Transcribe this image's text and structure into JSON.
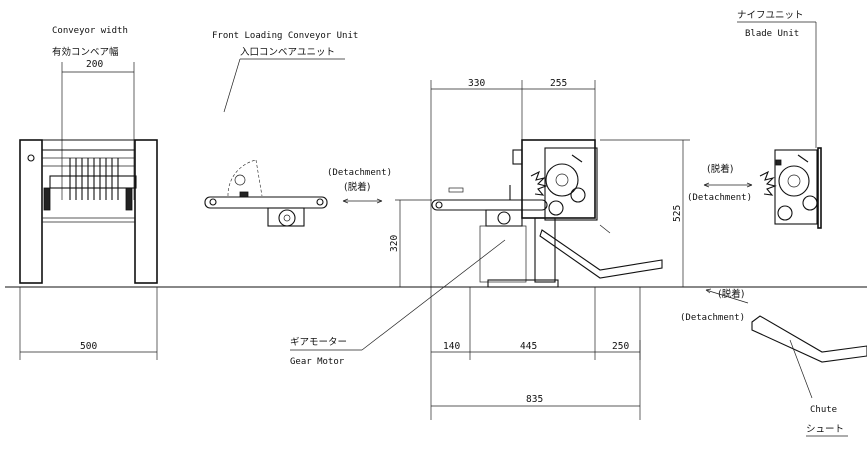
{
  "labels": {
    "conveyor_width_en": "Conveyor width",
    "conveyor_width_jp": "有効コンベア幅",
    "front_unit_en": "Front Loading Conveyor Unit",
    "front_unit_jp": "入口コンベアユニット",
    "blade_unit_jp": "ナイフユニット",
    "blade_unit_en": "Blade Unit",
    "detach_en_1": "(Detachment)",
    "detach_jp_1": "(脱着)",
    "detach_jp_2": "(脱着)",
    "detach_en_2": "(Detachment)",
    "detach_jp_3": "(脱着)",
    "detach_en_3": "(Detachment)",
    "gear_motor_jp": "ギアモーター",
    "gear_motor_en": "Gear Motor",
    "chute_en": "Chute",
    "chute_jp": "シュート"
  },
  "dimensions": {
    "width_200": "200",
    "width_500": "500",
    "d_330": "330",
    "d_255": "255",
    "d_525": "525",
    "d_320": "320",
    "d_140": "140",
    "d_445": "445",
    "d_250": "250",
    "d_835": "835"
  }
}
